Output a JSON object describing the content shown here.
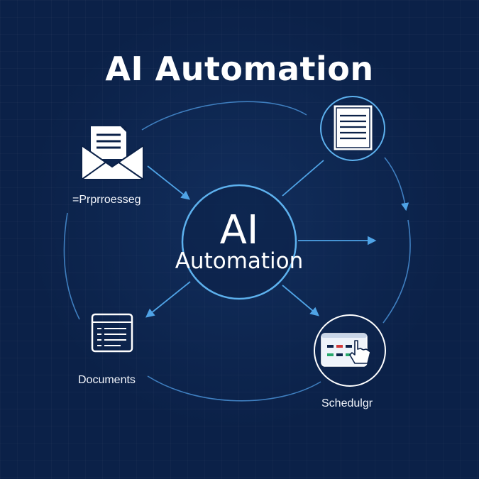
{
  "title": "AI Automation",
  "center": {
    "line1": "AI",
    "line2": "Automation"
  },
  "nodes": {
    "email": {
      "label": "=Prprroesseg",
      "icon": "envelope-document-icon"
    },
    "documents": {
      "label": "Documents",
      "icon": "document-list-icon"
    },
    "report": {
      "label": "",
      "icon": "report-document-icon"
    },
    "scheduler": {
      "label": "Schedulgr",
      "icon": "touch-dashboard-icon"
    }
  },
  "colors": {
    "background": "#0b2148",
    "accent": "#4fa3e6",
    "line": "#3f7fc0",
    "icon_fill": "#ffffff",
    "icon_stroke": "#0b2148"
  }
}
